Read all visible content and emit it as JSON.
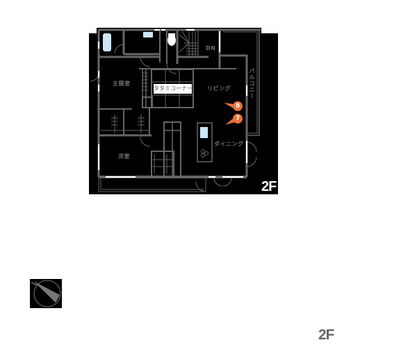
{
  "floor_plan": {
    "floor_label": "2F",
    "secondary_floor_label": "2F",
    "background_color": "#000000",
    "wall_color": "#666666",
    "fixture_color": "#cde6f5",
    "marker_color": "#e8703a",
    "rooms": {
      "master_bedroom": "主寝室",
      "tatami_corner": "タタミコーナー",
      "living": "リビング",
      "balcony": "バルコニー",
      "dining": "ダイニング",
      "western_room": "洋室",
      "stairs_down": "DN"
    },
    "markers": [
      {
        "number": "8"
      },
      {
        "number": "7"
      }
    ],
    "compass": {
      "icon": "north-compass-icon"
    }
  }
}
